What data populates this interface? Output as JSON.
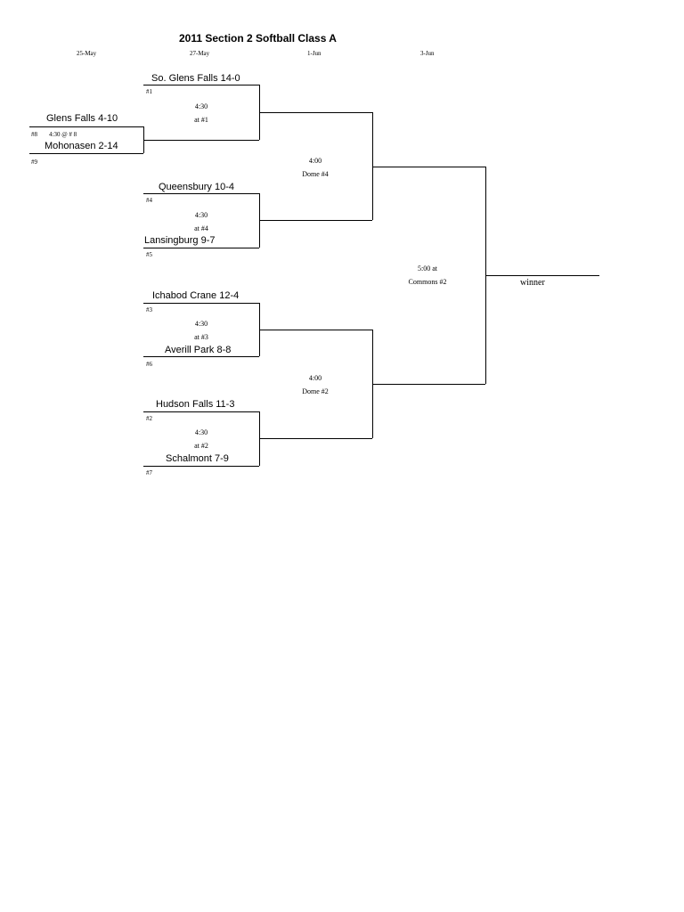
{
  "title": "2011 Section 2 Softball Class A",
  "dates": [
    "25-May",
    "27-May",
    "1-Jun",
    "3-Jun"
  ],
  "prelim": {
    "team_a": "Glens Falls   4-10",
    "seed_a": "#8",
    "info": "4:30 @ # 8",
    "team_b": "Mohonasen   2-14",
    "seed_b": "#9"
  },
  "quarterfinals": [
    {
      "team_a": "So. Glens Falls   14-0",
      "seed_a": "#1",
      "time": "4:30",
      "site": "at #1",
      "team_b": "",
      "seed_b": ""
    },
    {
      "team_a": "Queensbury   10-4",
      "seed_a": "#4",
      "time": "4:30",
      "site": "at #4",
      "team_b": "Lansingburg   9-7",
      "seed_b": "#5"
    },
    {
      "team_a": "Ichabod Crane   12-4",
      "seed_a": "#3",
      "time": "4:30",
      "site": "at #3",
      "team_b": "Averill Park   8-8",
      "seed_b": "#6"
    },
    {
      "team_a": "Hudson Falls   11-3",
      "seed_a": "#2",
      "time": "4:30",
      "site": "at #2",
      "team_b": "Schalmont   7-9",
      "seed_b": "#7"
    }
  ],
  "semifinals": [
    {
      "time": "4:00",
      "site": "Dome #4"
    },
    {
      "time": "4:00",
      "site": "Dome #2"
    }
  ],
  "final": {
    "time": "5:00 at",
    "site": "Commons #2"
  },
  "winner_label": "winner"
}
